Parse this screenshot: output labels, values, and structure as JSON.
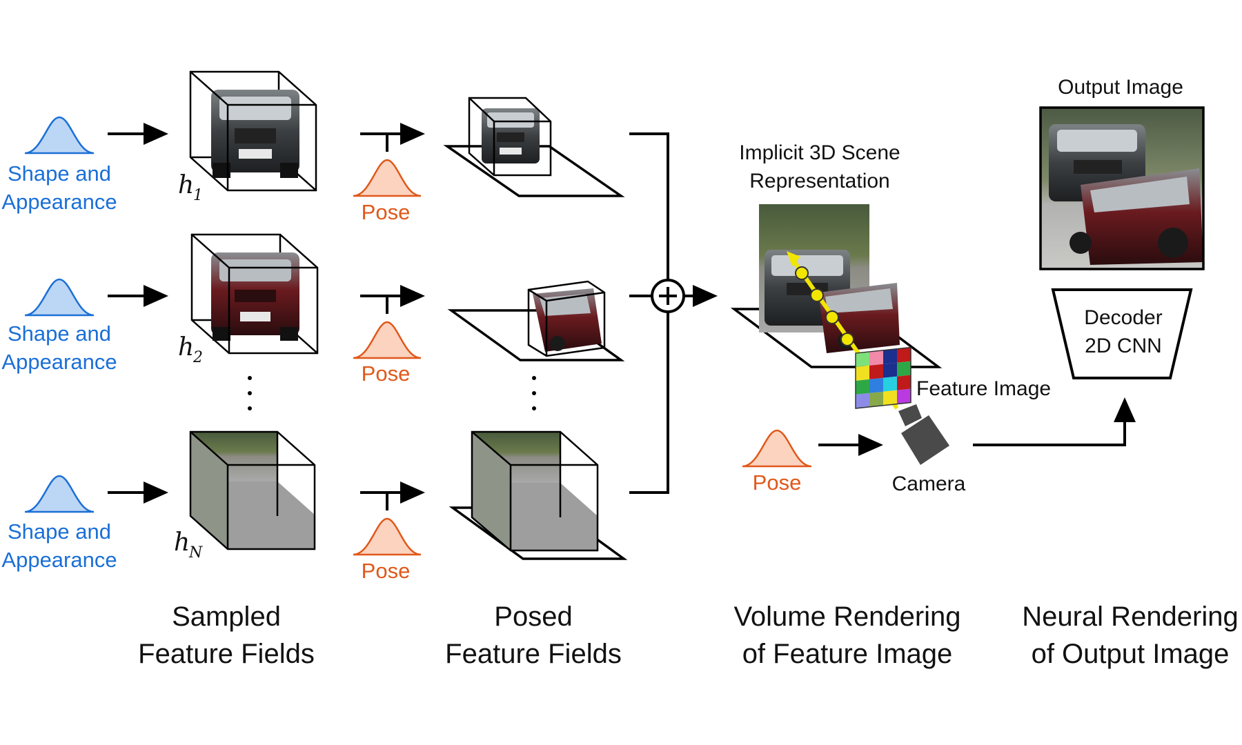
{
  "latent_labels": [
    "Shape and",
    "Appearance"
  ],
  "pose_label": "Pose",
  "fields": [
    {
      "var": "h",
      "sub": "1"
    },
    {
      "var": "h",
      "sub": "2"
    },
    {
      "var": "h",
      "sub": "N"
    }
  ],
  "output_image_label": "Output Image",
  "scene_label": [
    "Implicit 3D Scene",
    "Representation"
  ],
  "decoder_label": [
    "Decoder",
    "2D CNN"
  ],
  "feature_image_label": "Feature Image",
  "camera_label": "Camera",
  "stage_labels": [
    [
      "Sampled",
      "Feature Fields"
    ],
    [
      "Posed",
      "Feature Fields"
    ],
    [
      "Volume Rendering",
      "of Feature Image"
    ],
    [
      "Neural Rendering",
      "of Output Image"
    ]
  ],
  "colors": {
    "latent": "#1a6fd6",
    "pose": "#e0581a",
    "ray": "#f2e600"
  }
}
